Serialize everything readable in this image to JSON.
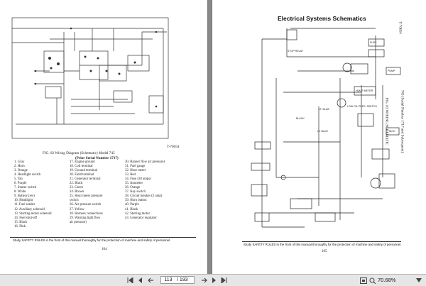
{
  "left_page": {
    "figure_caption": "FIG. 82   Wiring Diagram (Schematic) Model 745",
    "sub_caption": "(Prior Serial Number 1717)",
    "figure_id": "T-70654",
    "legend_col1": [
      "1. Gray",
      "2. Horn",
      "3. Orange",
      "4. Headlight switch",
      "5. Tan",
      "6. Purple",
      "7. Starter switch",
      "8. White",
      "9. Battery (ew)",
      "10. Headlight",
      "11. Fuel sender",
      "12. Auxiliary solenoid",
      "13. Starting motor solenoid",
      "14. Fuel shut-off",
      "15. Black",
      "16. Pink"
    ],
    "legend_col2": [
      "17. Engine ground",
      "18. Coil terminal",
      "19. Ground terminal",
      "20. Field terminal",
      "21. Generator terminal",
      "22. Black",
      "23. Green",
      "24. Brown",
      "25. Hour meter pressure",
      "    switch",
      "26. Air pressure switch",
      "27. Yellow",
      "28. Harness connections",
      "29. Warning light flow",
      "    air pressure)"
    ],
    "legend_col3": [
      "30. Banner flow air pressure)",
      "31. Fuel gauge",
      "32. Hour meter",
      "33. Red",
      "34. Fuse (30 amps)",
      "35. Ammeter",
      "36. Orange",
      "37. Key switch",
      "38. Circuit breaker (2 amp)",
      "39. Horn button",
      "40. Purple",
      "41. Black",
      "42. Starting motor",
      "43. Generator regulator"
    ],
    "footer_note": "Study SAFETY RULES in the front of this manual thoroughly for the protection of machine and safety of personnel.",
    "page_number": "104"
  },
  "right_page": {
    "title": "Electrical Systems Schematics",
    "side_caption_1": "FIG. 83   WIRING SCHEMATIC",
    "side_caption_2": "745 (Serial Number 1717 and Subsequent)",
    "figure_id": "T-70654",
    "wire_labels": [
      "STOP RELAY",
      "FUSE",
      "LT. BLUE",
      "BLACK",
      "LT. BLUE",
      "PUMP",
      "HOUR METER",
      "LOW OIL PRES. SWITCH",
      "TACH"
    ],
    "footer_note": "Study SAFETY RULES in the front of this manual thoroughly for the protection of machine and safety of personnel.",
    "page_number": "105"
  },
  "toolbar": {
    "page_input": "113",
    "page_total": "/ 193",
    "zoom": "70.68%"
  },
  "colors": {
    "background": "#8a8a8a",
    "toolbar": "#e6e6e6",
    "page": "#ffffff",
    "ink": "#222222"
  }
}
